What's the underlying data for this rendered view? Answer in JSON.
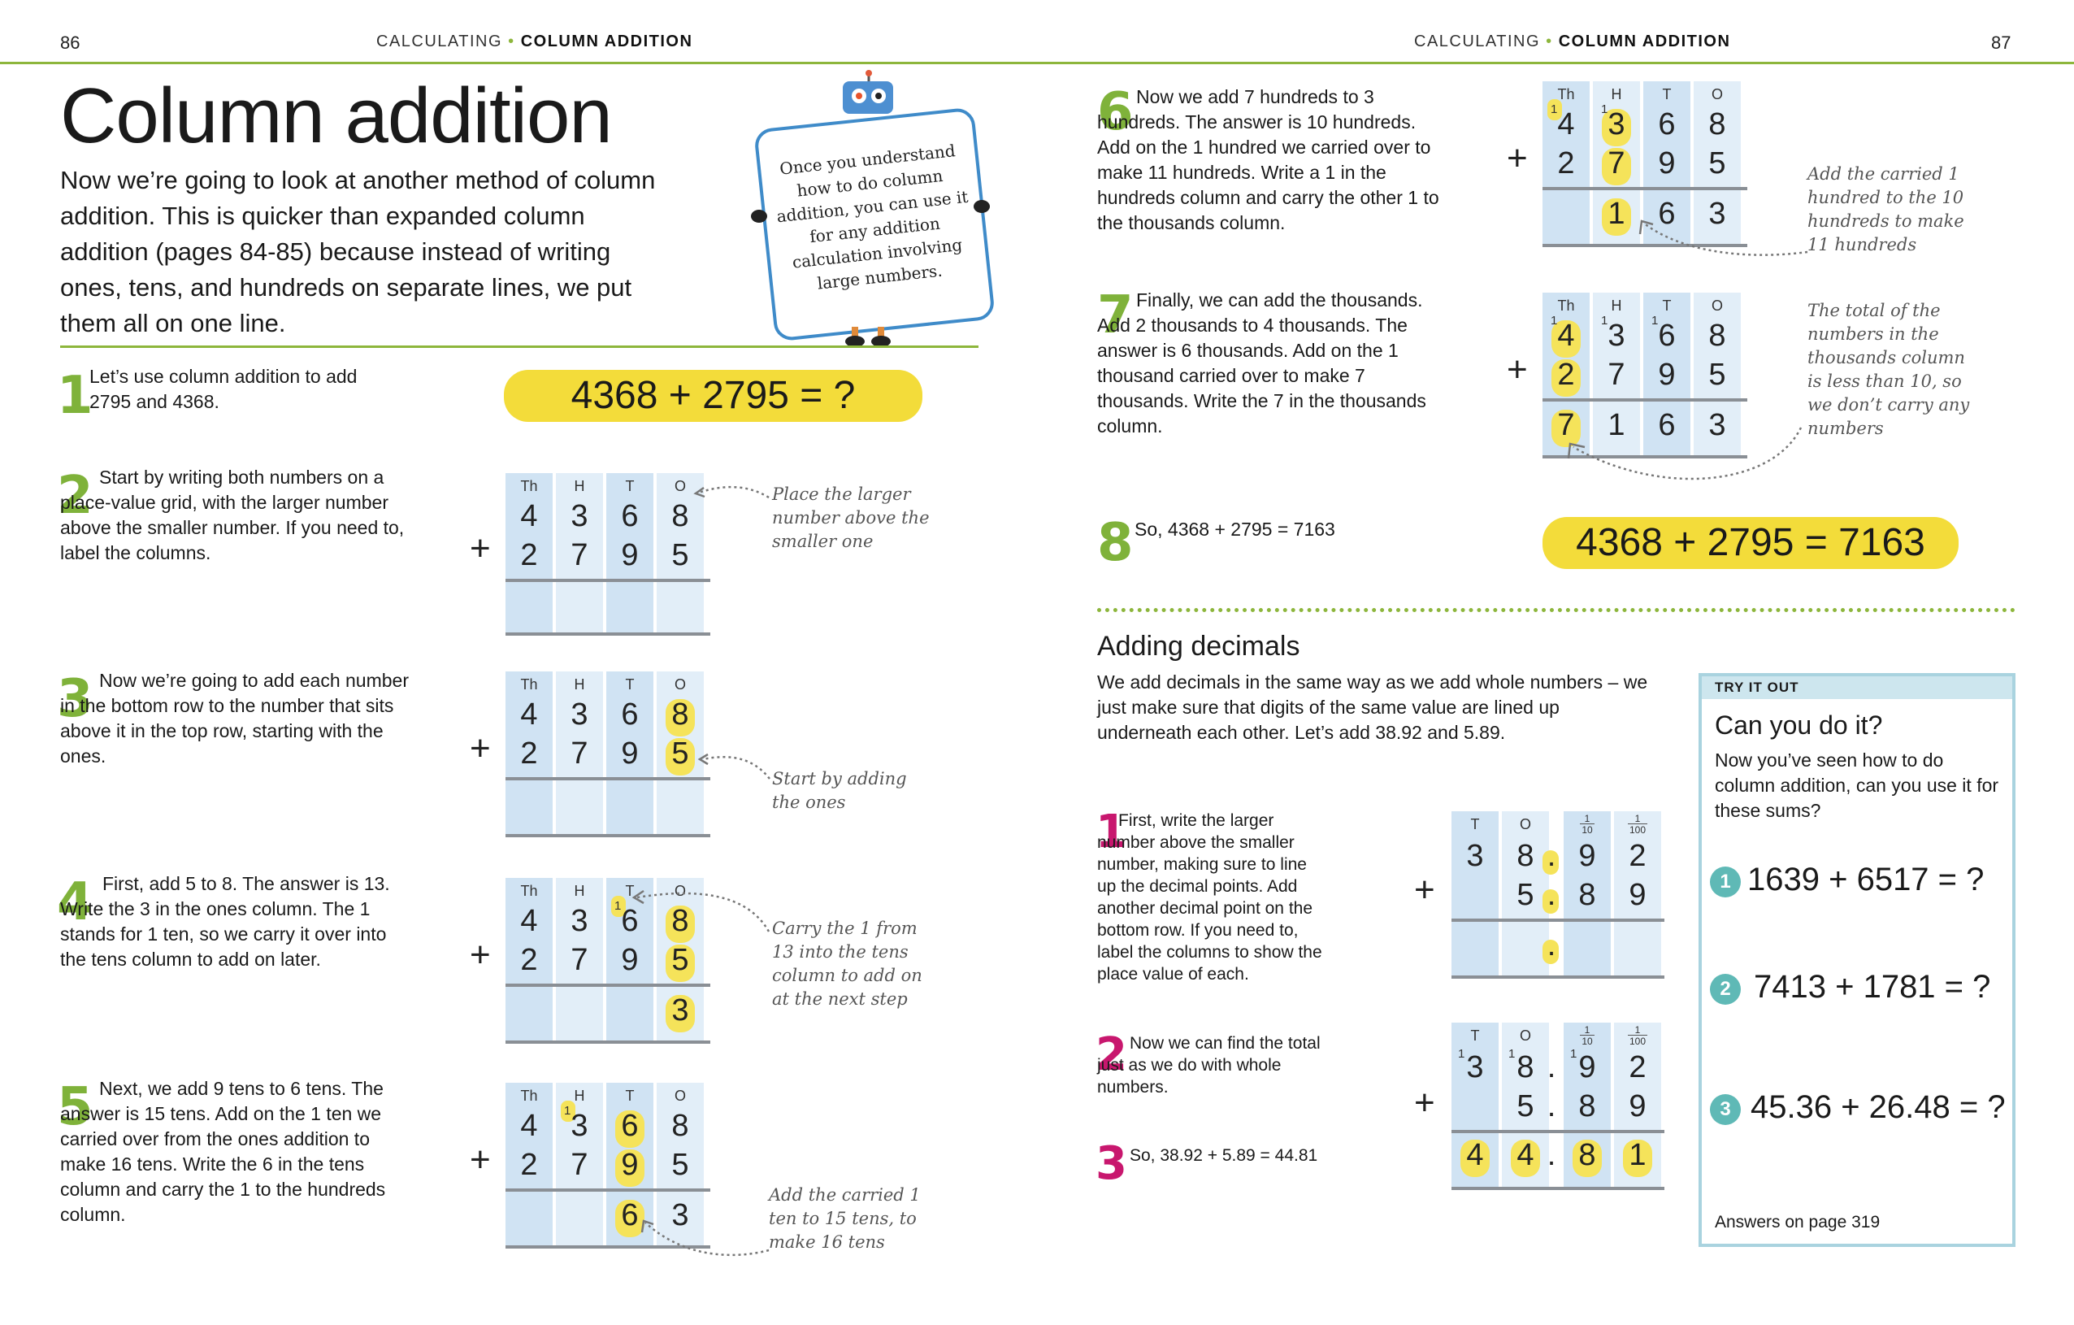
{
  "header": {
    "left_page_number": "86",
    "right_page_number": "87",
    "section": "CALCULATING",
    "topic": "COLUMN ADDITION",
    "separator": "•"
  },
  "title": "Column addition",
  "intro": "Now we’re going to look at another method of column addition. This is quicker than expanded column addition (pages 84-85) because instead of writing ones, tens, and hundreds on separate lines, we put them all on one line.",
  "robot_speech": "Once you understand how to do column addition, you can use it for any addition calculation involving large numbers.",
  "column_headers": [
    "Th",
    "H",
    "T",
    "O"
  ],
  "plus": "+",
  "steps": {
    "s1": {
      "num": "1",
      "text": "Let’s use column addition to add 2795 and 4368."
    },
    "s1_pill": "4368 + 2795 = ?",
    "s2": {
      "num": "2",
      "text": "Start by writing both numbers on a place-value grid, with the larger number above the smaller number. If you need to, label the columns."
    },
    "s2_note": "Place the larger number above the smaller one",
    "s3": {
      "num": "3",
      "text": "Now we’re going to add each number in the bottom row to the number that sits above it in the top row, starting with the ones."
    },
    "s3_note": "Start by adding the ones",
    "s4": {
      "num": "4",
      "text": "First, add 5 to 8. The answer is 13. Write the 3 in the ones column. The 1 stands for 1 ten, so we carry it over into the tens column to add on later."
    },
    "s4_note": "Carry the 1 from 13 into the tens column to add on at the next step",
    "s5": {
      "num": "5",
      "text": "Next, we add 9 tens to 6 tens. The answer is 15 tens. Add on the 1 ten we carried over from the ones addition to make 16 tens. Write the 6 in the tens column and carry the 1 to the hundreds column."
    },
    "s5_note": "Add the carried 1 ten to 15 tens, to make 16 tens",
    "s6": {
      "num": "6",
      "text": "Now we add 7 hundreds to 3 hundreds. The answer is 10 hundreds. Add on the 1 hundred we carried over to make 11 hundreds. Write a 1 in the hundreds column and carry the other 1 to the thousands column."
    },
    "s6_note": "Add the carried 1 hundred to the 10 hundreds to make 11 hundreds",
    "s7": {
      "num": "7",
      "text": "Finally, we can add the thousands. Add 2 thousands to 4 thousands. The answer is 6 thousands. Add on the 1 thousand carried over to make 7 thousands. Write the 7 in the thousands column."
    },
    "s7_note": "The total of the numbers in the thousands column is less than 10, so we don’t carry any numbers",
    "s8": {
      "num": "8",
      "text": "So, 4368 + 2795 = 7163"
    },
    "s8_pill": "4368 + 2795 = 7163"
  },
  "rows": {
    "top": [
      "4",
      "3",
      "6",
      "8"
    ],
    "bottom": [
      "2",
      "7",
      "9",
      "5"
    ],
    "r4": [
      "",
      "",
      "",
      "3"
    ],
    "r5": [
      "",
      "",
      "6",
      "3"
    ],
    "r6": [
      "",
      "1",
      "6",
      "3"
    ],
    "r7": [
      "7",
      "1",
      "6",
      "3"
    ],
    "carry": "1"
  },
  "decimals": {
    "heading": "Adding decimals",
    "intro": "We add decimals in the same way as we add whole numbers – we just make sure that digits of the same value are lined up underneath each other. Let’s add 38.92 and 5.89.",
    "headers": [
      "T",
      "O",
      "1",
      "10",
      "1",
      "100"
    ],
    "d1": {
      "num": "1",
      "text": "First, write the larger number above the smaller number, making sure to line up the decimal points. Add another decimal point on the bottom row. If you need to, label the columns to show the place value of each."
    },
    "d2": {
      "num": "2",
      "text": "Now we can find the total just as we do with whole numbers."
    },
    "d3": {
      "num": "3",
      "text": "So, 38.92 + 5.89 = 44.81"
    },
    "top": [
      "3",
      "8",
      "9",
      "2"
    ],
    "bottom": [
      "",
      "5",
      "8",
      "9"
    ],
    "result": [
      "4",
      "4",
      "8",
      "1"
    ],
    "point": "."
  },
  "try_it_out": {
    "label": "TRY IT OUT",
    "title": "Can you do it?",
    "text": "Now you’ve seen how to do column addition, can you use it for these sums?",
    "q": [
      {
        "n": "1",
        "sum": "1639 + 6517 = ?"
      },
      {
        "n": "2",
        "sum": "7413 + 1781 = ?"
      },
      {
        "n": "3",
        "sum": "45.36 + 26.48 = ?"
      }
    ],
    "answers": "Answers on page 319"
  },
  "colors": {
    "green": "#8db63c",
    "pink": "#c8176e",
    "yellow": "#f3dc3a",
    "grid_blue": "#e2eef8",
    "teal": "#5fb9b6"
  }
}
